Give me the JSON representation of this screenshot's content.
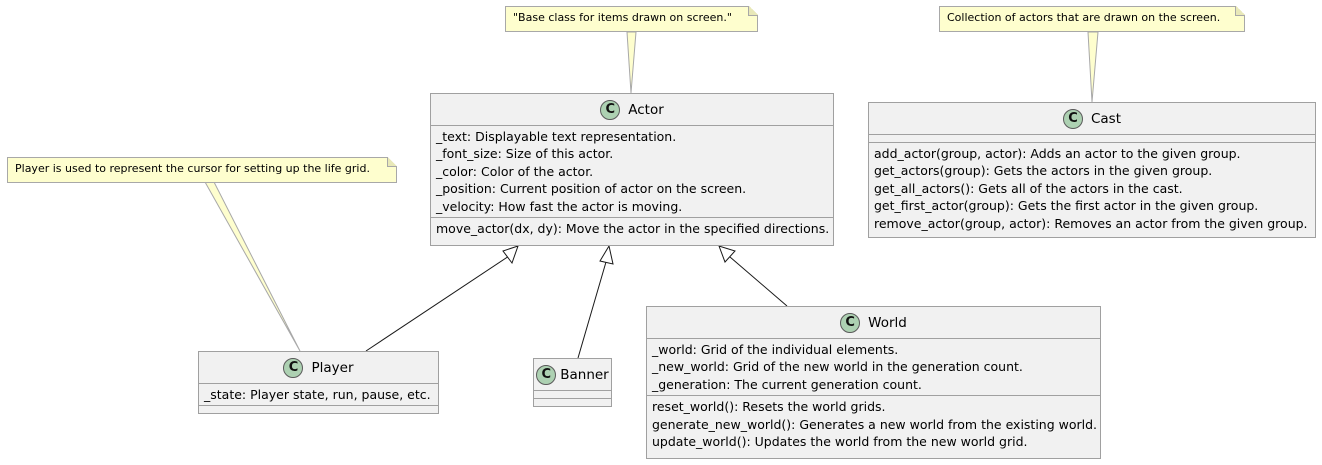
{
  "notes": {
    "actor": "\"Base class for items drawn on screen.\"",
    "cast": "Collection of actors that are drawn on the screen.",
    "player": "Player is used to represent the cursor for setting up the life grid."
  },
  "badge_letter": "C",
  "classes": {
    "actor": {
      "name": "Actor",
      "fields": [
        "_text: Displayable text representation.",
        "_font_size: Size of this actor.",
        "_color: Color of the actor.",
        "_position: Current position of actor on the screen.",
        "_velocity: How fast the actor is moving."
      ],
      "methods": [
        "move_actor(dx, dy): Move the actor in the specified directions."
      ]
    },
    "cast": {
      "name": "Cast",
      "fields": [],
      "methods": [
        "add_actor(group, actor): Adds an actor to the given group.",
        "get_actors(group): Gets the actors in the given group.",
        "get_all_actors(): Gets all of the actors in the cast.",
        "get_first_actor(group): Gets the first actor in the given group.",
        "remove_actor(group, actor): Removes an actor from the given group."
      ]
    },
    "player": {
      "name": "Player",
      "fields": [
        "_state: Player state, run, pause, etc."
      ],
      "methods": []
    },
    "banner": {
      "name": "Banner",
      "fields": [],
      "methods": []
    },
    "world": {
      "name": "World",
      "fields": [
        "_world: Grid of the individual elements.",
        "_new_world: Grid of the new world in the generation count.",
        "_generation: The current generation count."
      ],
      "methods": [
        "reset_world(): Resets the world grids.",
        "generate_new_world(): Generates a new world from the existing world.",
        "update_world(): Updates the world from the new world grid."
      ]
    }
  },
  "colors": {
    "class_fill": "#f1f1f1",
    "class_border": "#a0a0a0",
    "badge_fill": "#add1b2",
    "note_fill": "#fefece",
    "note_border": "#a8a8a8"
  }
}
